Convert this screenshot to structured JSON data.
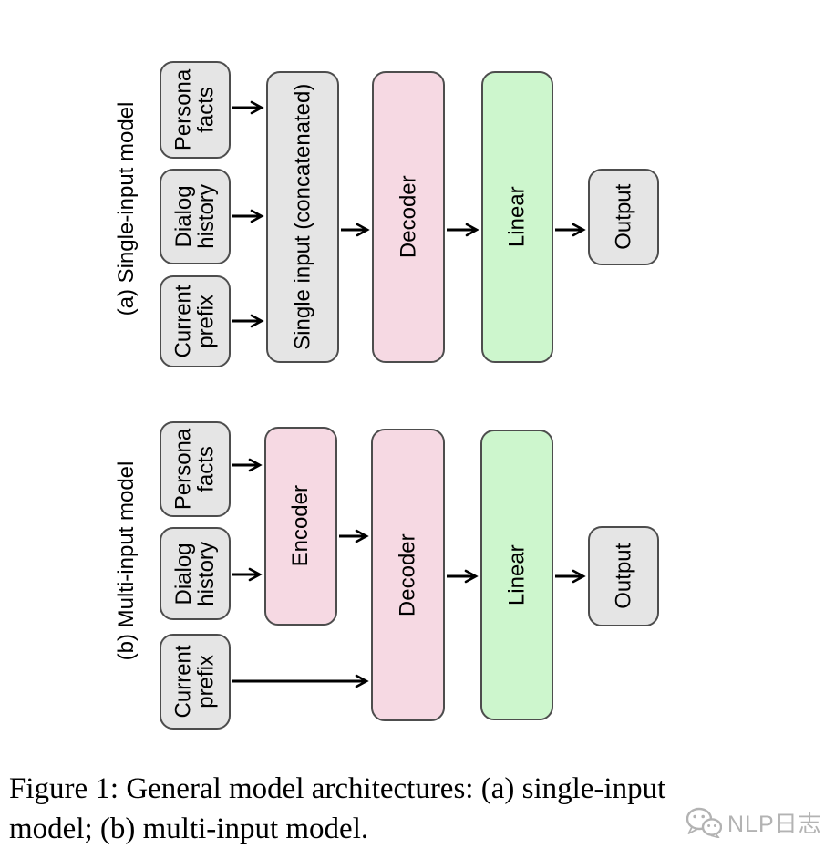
{
  "figure": {
    "sections": [
      {
        "label": "(a) Single-input model",
        "inputs": [
          "Persona\nfacts",
          "Dialog\nhistory",
          "Current\nprefix"
        ],
        "blocks": {
          "single_input": "Single input (concatenated)",
          "decoder": "Decoder",
          "linear": "Linear",
          "output": "Output"
        }
      },
      {
        "label": "(b) Multi-input model",
        "inputs": [
          "Persona\nfacts",
          "Dialog\nhistory",
          "Current\nprefix"
        ],
        "blocks": {
          "encoder": "Encoder",
          "decoder": "Decoder",
          "linear": "Linear",
          "output": "Output"
        }
      }
    ],
    "colors": {
      "input_fill": "#e5e5e5",
      "encoder_decoder_fill": "#f6d9e3",
      "linear_fill": "#cdf6cd",
      "output_fill": "#e5e5e5",
      "box_border": "#4d4d4d",
      "arrow": "#000000"
    }
  },
  "caption": {
    "lines": [
      "Figure 1: General model architectures: (a) single-input",
      "model; (b) multi-input model."
    ]
  },
  "watermark": {
    "icon": "wechat-logo-icon",
    "text": "NLP日志",
    "color": "#b3b3b3"
  }
}
